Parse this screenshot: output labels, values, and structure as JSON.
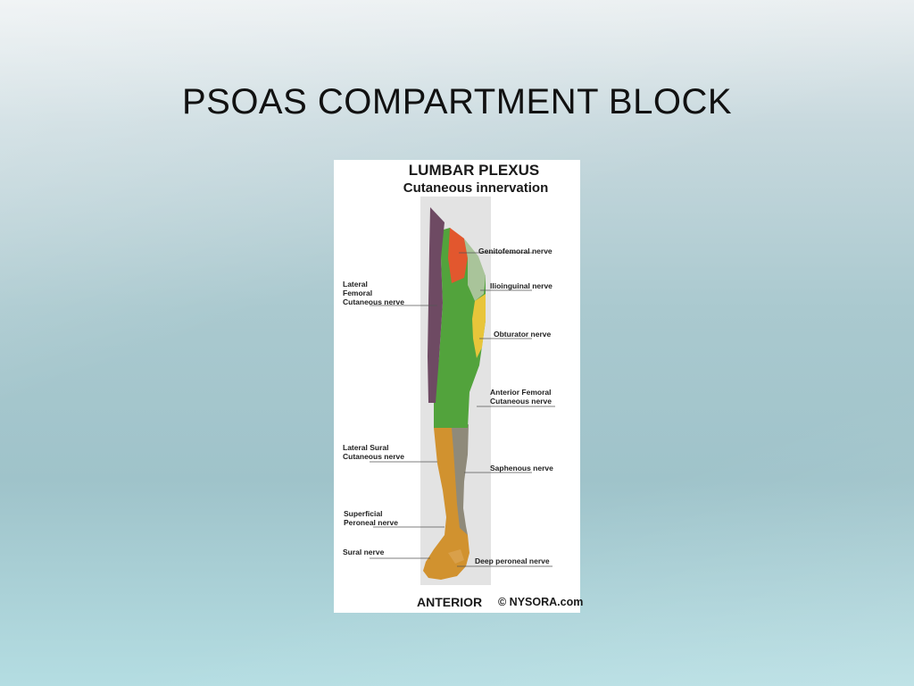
{
  "slide": {
    "title": "PSOAS COMPARTMENT BLOCK"
  },
  "figure": {
    "title": "LUMBAR PLEXUS",
    "subtitle": "Cutaneous innervation",
    "footer": "ANTERIOR",
    "credit": "© NYSORA.com",
    "labels": {
      "genitofemoral": [
        "Genitofemoral nerve"
      ],
      "ilioinguinal": [
        "Ilioinguinal nerve"
      ],
      "obturator": [
        "Obturator nerve"
      ],
      "anterior_femoral": [
        "Anterior Femoral",
        "Cutaneous nerve"
      ],
      "saphenous": [
        "Saphenous nerve"
      ],
      "deep_peroneal": [
        "Deep peroneal nerve"
      ],
      "lateral_femoral": [
        "Lateral",
        "Femoral",
        "Cutaneous nerve"
      ],
      "lateral_sural": [
        "Lateral Sural",
        "Cutaneous nerve"
      ],
      "superficial_peroneal": [
        "Superficial",
        "Peroneal nerve"
      ],
      "sural": [
        "Sural nerve"
      ]
    },
    "colors": {
      "lateral_femoral": "#6e4a63",
      "genitofemoral": "#e2572e",
      "ilioinguinal": "#a9c49a",
      "obturator": "#e8c53a",
      "anterior_femoral": "#52a33c",
      "saphenous": "#8f8a7a",
      "lower_leg": "#d1922f",
      "column": "#e3e3e3"
    }
  }
}
